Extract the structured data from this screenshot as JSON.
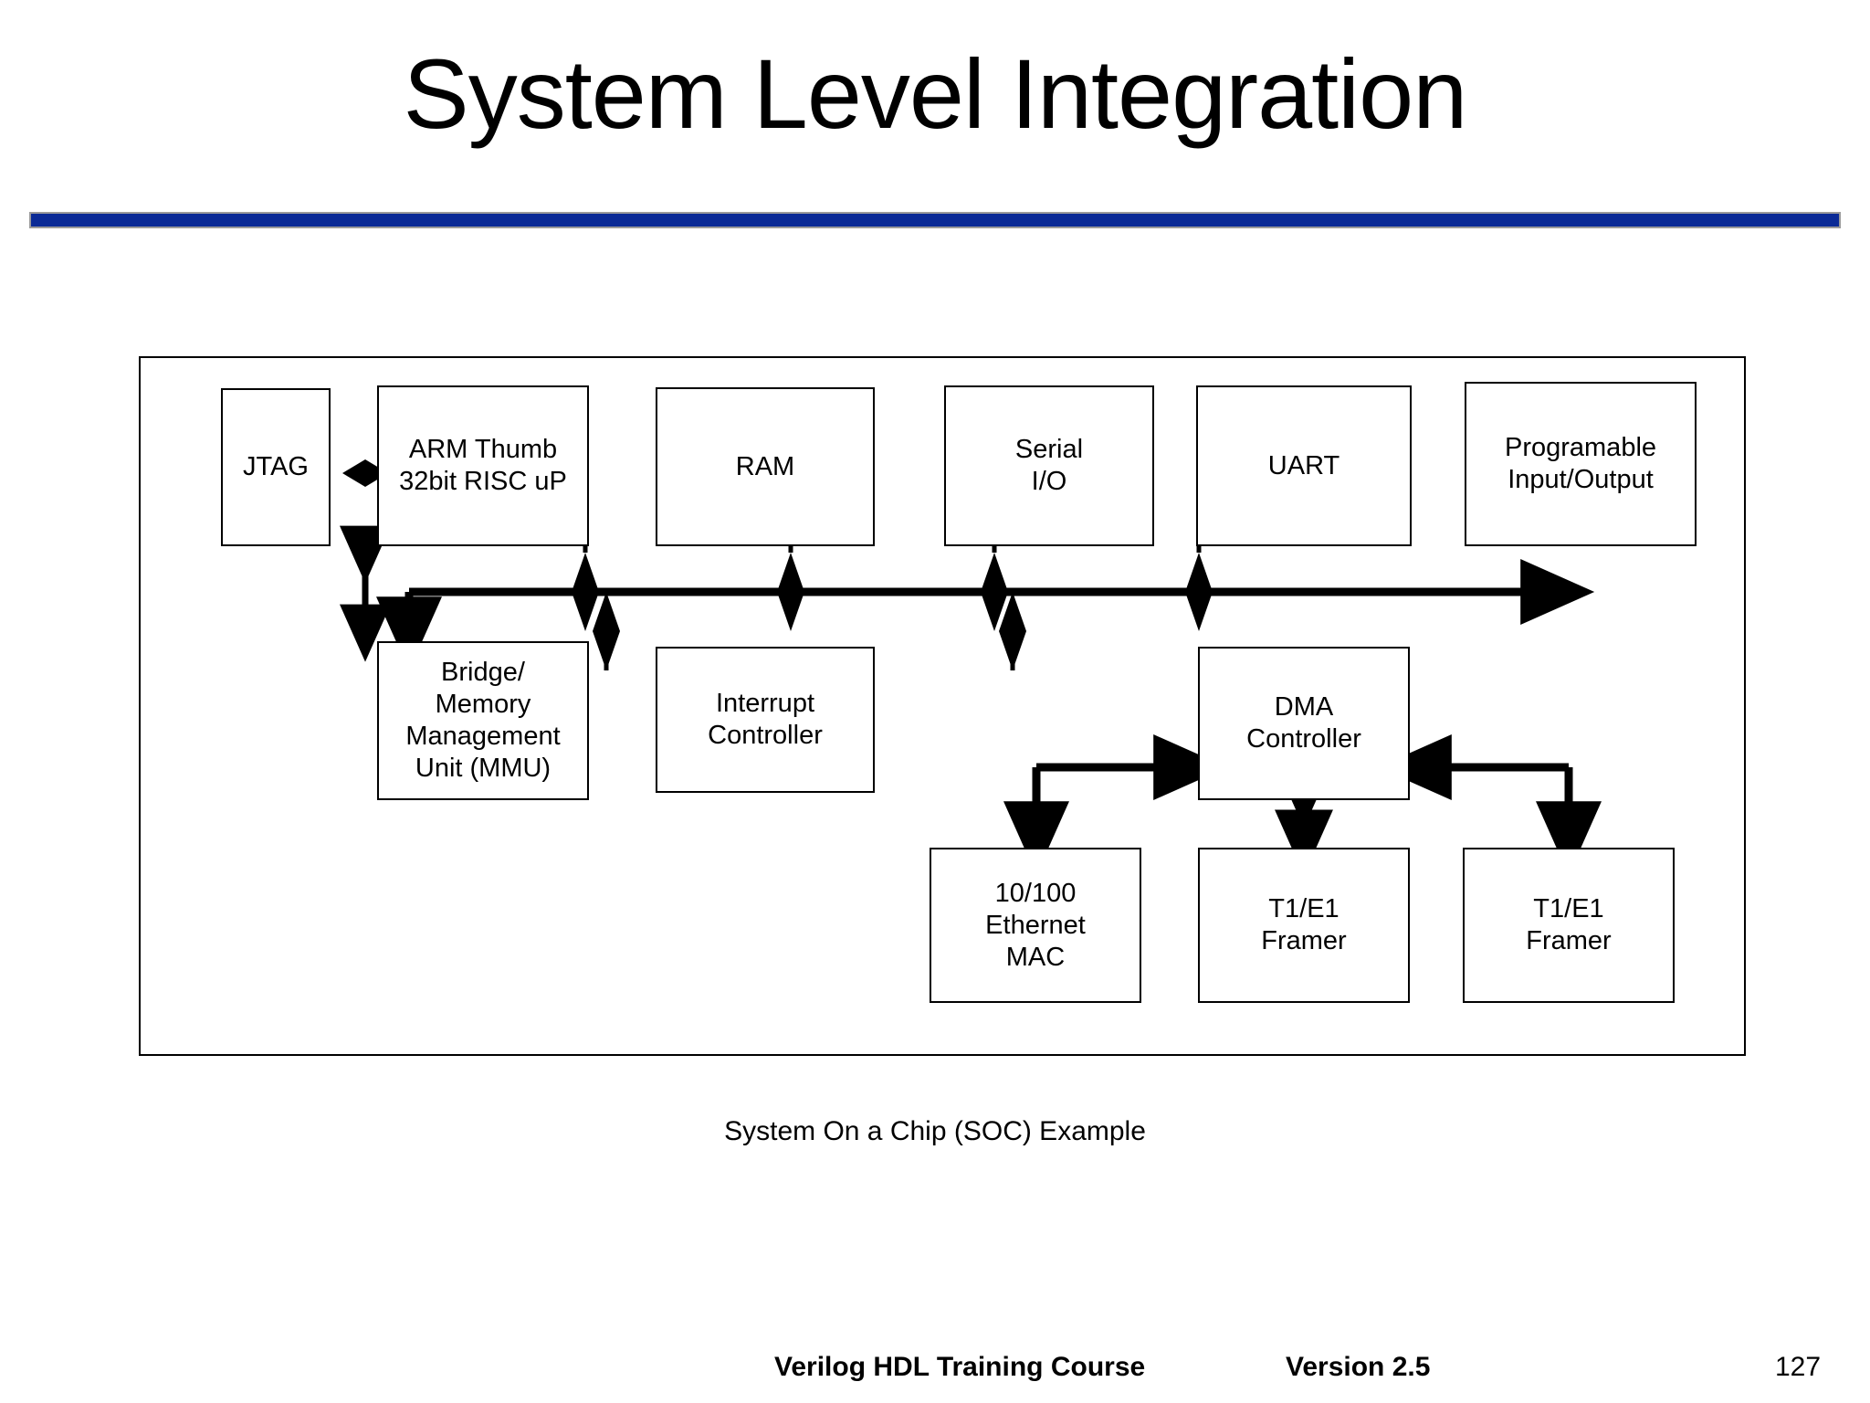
{
  "slide": {
    "title": "System Level Integration",
    "caption": "System On a Chip (SOC) Example",
    "accent_color": "#0A2A96",
    "rule_border_color": "#9a9a9a",
    "line_color": "#000000",
    "background_color": "#ffffff"
  },
  "footer": {
    "course": "Verilog HDL Training Course",
    "version": "Version 2.5",
    "page": "127"
  },
  "diagram": {
    "title": "System On a Chip (SOC) Example",
    "type": "block-diagram",
    "nodes": [
      {
        "id": "jtag",
        "label": "JTAG"
      },
      {
        "id": "arm",
        "label": "ARM Thumb\n32bit RISC uP"
      },
      {
        "id": "ram",
        "label": "RAM"
      },
      {
        "id": "serial",
        "label": "Serial\nI/O"
      },
      {
        "id": "uart",
        "label": "UART"
      },
      {
        "id": "pio",
        "label": "Programable\nInput/Output"
      },
      {
        "id": "mmu",
        "label": "Bridge/\nMemory\nManagement\nUnit (MMU)"
      },
      {
        "id": "irq",
        "label": "Interrupt\nController"
      },
      {
        "id": "dma",
        "label": "DMA\nController"
      },
      {
        "id": "emac",
        "label": "10/100\nEthernet\nMAC"
      },
      {
        "id": "framer1",
        "label": "T1/E1\nFramer"
      },
      {
        "id": "framer2",
        "label": "T1/E1\nFramer"
      }
    ],
    "connections": [
      {
        "from": "jtag",
        "to": "arm",
        "style": "diamond"
      },
      {
        "from": "arm",
        "to": "mmu",
        "style": "double-arrow"
      },
      {
        "from": "bus",
        "to": "mmu",
        "style": "arrow"
      },
      {
        "from": "ram",
        "to": "bus",
        "style": "diamond"
      },
      {
        "from": "bus",
        "to": "irq",
        "style": "diamond"
      },
      {
        "from": "serial",
        "to": "bus",
        "style": "diamond"
      },
      {
        "from": "uart",
        "to": "bus",
        "style": "diamond"
      },
      {
        "from": "bus",
        "to": "dma",
        "style": "diamond"
      },
      {
        "from": "pio",
        "to": "bus",
        "style": "diamond"
      },
      {
        "from": "emac",
        "to": "dma",
        "style": "arrow"
      },
      {
        "from": "framer2",
        "to": "dma",
        "style": "arrow"
      },
      {
        "from": "dma",
        "to": "framer1",
        "style": "double-arrow"
      }
    ]
  }
}
